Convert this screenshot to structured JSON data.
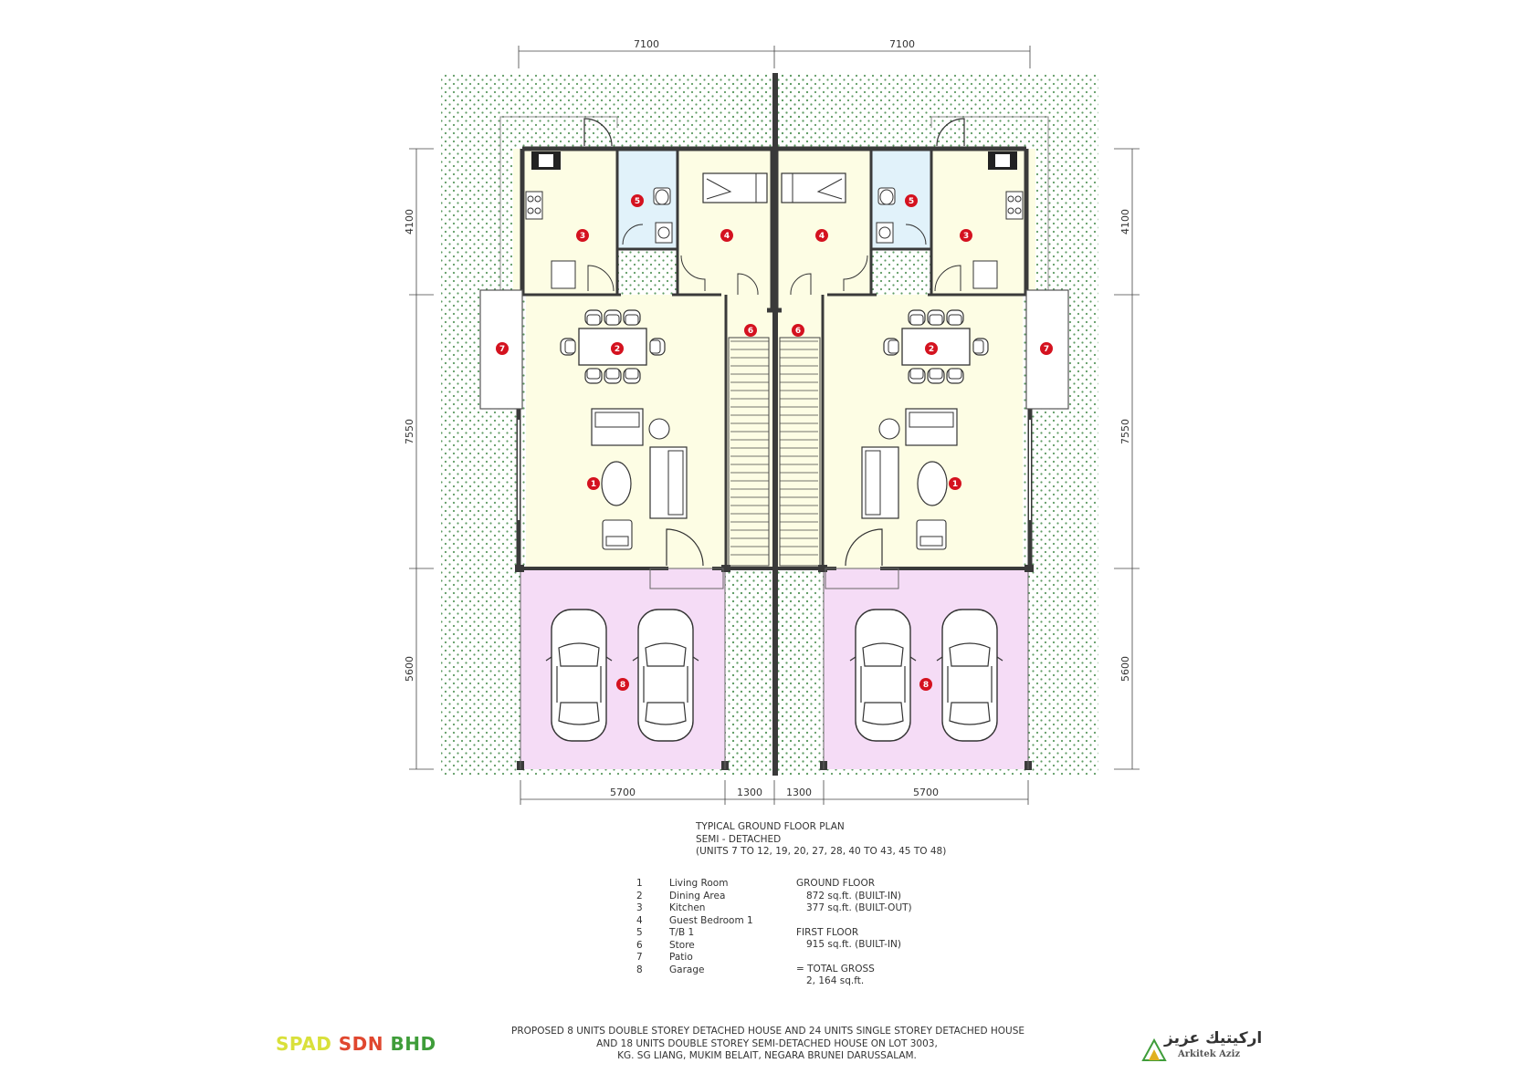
{
  "colors": {
    "wall": "#3a3a3a",
    "floor": "#fdfde4",
    "garage": "#f5dcf6",
    "garden_dot": "#5e9b63",
    "bath": "#e1f2fa",
    "badge": "#d4121f"
  },
  "dimensions": {
    "top_left": "7100",
    "top_right": "7100",
    "side_kitchen": "4100",
    "side_living": "7550",
    "side_garage": "5600",
    "bottom_garage_left": "5700",
    "bottom_gap_left": "1300",
    "bottom_gap_right": "1300",
    "bottom_garage_right": "5700"
  },
  "room_badges": {
    "kitchen": "3",
    "tb": "5",
    "guest": "4",
    "store": "6",
    "dining": "2",
    "patio": "7",
    "living": "1",
    "garage": "8"
  },
  "plan_title": {
    "line1": "TYPICAL GROUND FLOOR PLAN",
    "line2": "SEMI - DETACHED",
    "line3": "(UNITS 7 TO 12, 19, 20, 27, 28, 40 TO 43, 45 TO 48)"
  },
  "legend": [
    {
      "num": "1",
      "label": "Living Room"
    },
    {
      "num": "2",
      "label": "Dining Area"
    },
    {
      "num": "3",
      "label": "Kitchen"
    },
    {
      "num": "4",
      "label": "Guest Bedroom 1"
    },
    {
      "num": "5",
      "label": "T/B 1"
    },
    {
      "num": "6",
      "label": "Store"
    },
    {
      "num": "7",
      "label": "Patio"
    },
    {
      "num": "8",
      "label": "Garage"
    }
  ],
  "areas": {
    "ground_floor_label": "GROUND FLOOR",
    "ground_built_in": "872 sq.ft. (BUILT-IN)",
    "ground_built_out": "377 sq.ft. (BUILT-OUT)",
    "first_floor_label": "FIRST FLOOR",
    "first_built_in": "915 sq.ft. (BUILT-IN)",
    "total_label": "=  TOTAL GROSS",
    "total_value": "2, 164 sq.ft."
  },
  "project": {
    "line1": "PROPOSED 8 UNITS DOUBLE STOREY DETACHED HOUSE AND 24 UNITS SINGLE STOREY DETACHED HOUSE",
    "line2": "AND 18 UNITS DOUBLE STOREY SEMI-DETACHED HOUSE ON LOT 3003,",
    "line3": "KG. SG LIANG, MUKIM BELAIT, NEGARA BRUNEI DARUSSALAM."
  },
  "company": {
    "word1": "SPAD",
    "word2": "SDN",
    "word3": "BHD"
  },
  "logo": {
    "name": "Arkitek Aziz",
    "arabic": "اركيتيك عزيز"
  }
}
